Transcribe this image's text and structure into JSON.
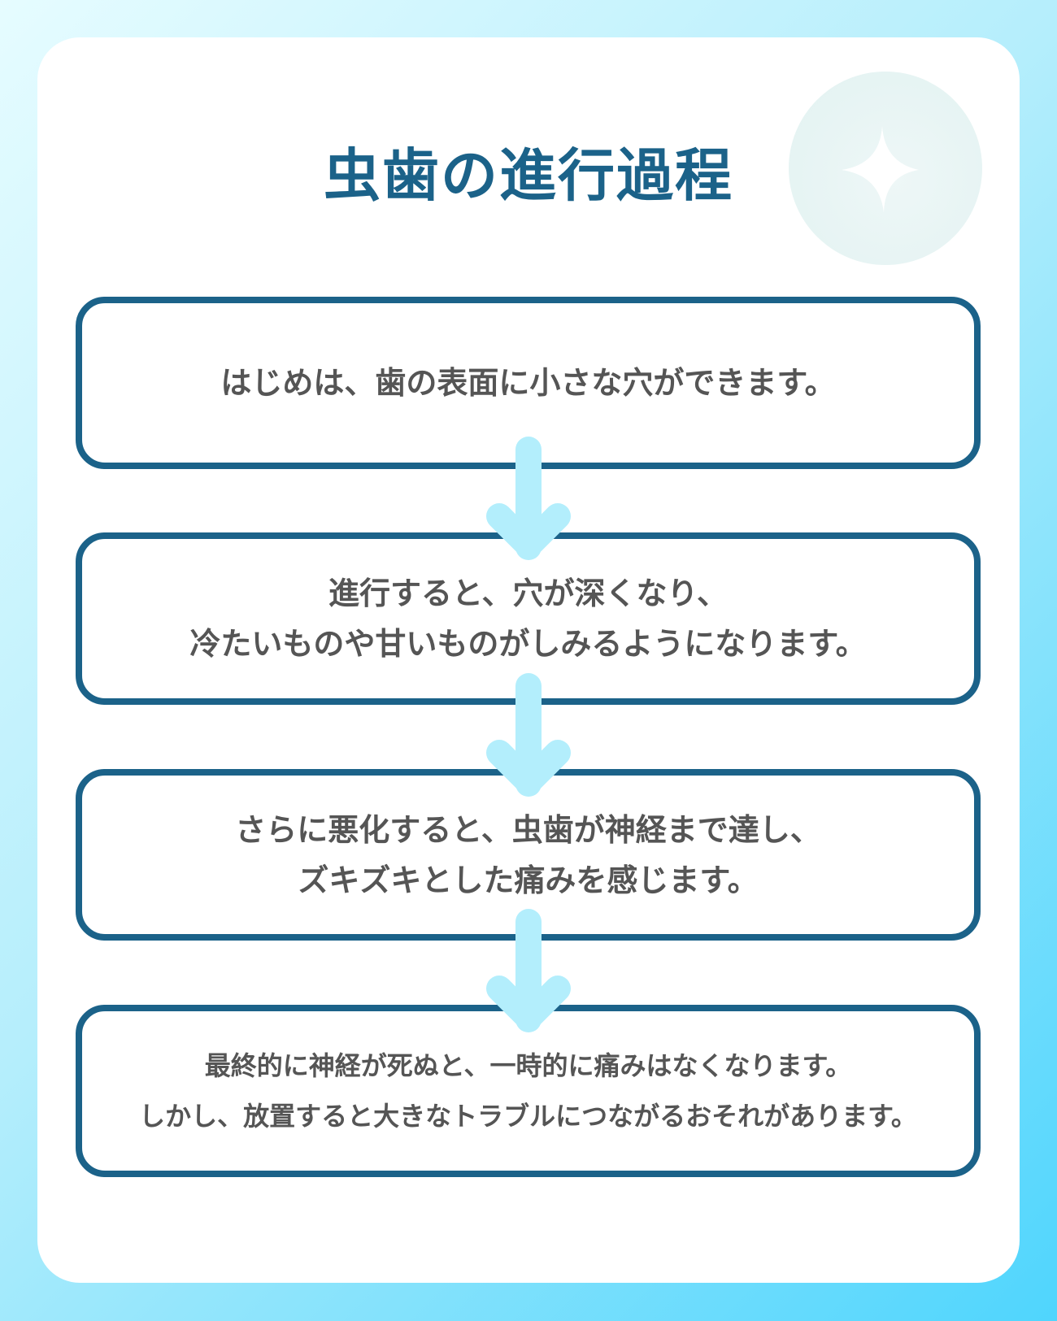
{
  "title": "虫歯の進行過程",
  "steps": [
    {
      "lines": [
        "はじめは、歯の表面に小さな穴ができます。"
      ]
    },
    {
      "lines": [
        "進行すると、穴が深くなり、",
        "冷たいものや甘いものがしみるようになります。"
      ]
    },
    {
      "lines": [
        "さらに悪化すると、虫歯が神経まで達し、",
        "ズキズキとした痛みを感じます。"
      ]
    },
    {
      "lines": [
        "最終的に神経が死ぬと、一時的に痛みはなくなります。",
        "しかし、放置すると大きなトラブルにつながるおそれがあります。"
      ]
    }
  ],
  "colors": {
    "accent": "#1b6289",
    "arrow": "#b3eefc",
    "text": "#555555"
  }
}
